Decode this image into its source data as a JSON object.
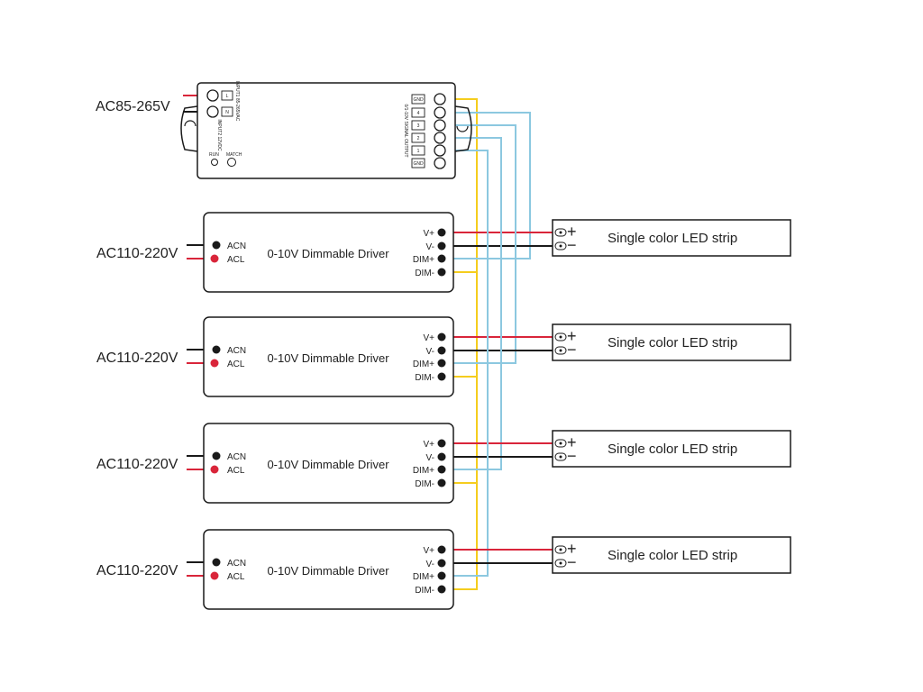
{
  "colors": {
    "live": "#d9253a",
    "neutral": "#1a1a1a",
    "dim_plus": "#8cc8e0",
    "dim_minus": "#f5cd1e",
    "outline": "#1a1a1a"
  },
  "controller": {
    "input_label": "AC85-265V",
    "input_terminals": [
      "L",
      "N"
    ],
    "input_caption": "INPUT1 85-265VAC",
    "input2_caption": "INPUT2 12VDC",
    "output_caption": "0/1-10V SIGNAL OUTPUT",
    "output_terminals": [
      "GND",
      "4",
      "3",
      "2",
      "1",
      "GND"
    ],
    "run_label": "RUN",
    "match_label": "MATCH"
  },
  "drivers": [
    {
      "supply_label": "AC110-220V",
      "title": "0-10V Dimmable Driver",
      "inputs": [
        "ACN",
        "ACL"
      ],
      "outputs": [
        "V+",
        "V-",
        "DIM+",
        "DIM-"
      ]
    },
    {
      "supply_label": "AC110-220V",
      "title": "0-10V Dimmable Driver",
      "inputs": [
        "ACN",
        "ACL"
      ],
      "outputs": [
        "V+",
        "V-",
        "DIM+",
        "DIM-"
      ]
    },
    {
      "supply_label": "AC110-220V",
      "title": "0-10V Dimmable Driver",
      "inputs": [
        "ACN",
        "ACL"
      ],
      "outputs": [
        "V+",
        "V-",
        "DIM+",
        "DIM-"
      ]
    },
    {
      "supply_label": "AC110-220V",
      "title": "0-10V Dimmable Driver",
      "inputs": [
        "ACN",
        "ACL"
      ],
      "outputs": [
        "V+",
        "V-",
        "DIM+",
        "DIM-"
      ]
    }
  ],
  "strips": [
    {
      "label": "Single color LED strip",
      "plus": "+",
      "minus": "−"
    },
    {
      "label": "Single color LED strip",
      "plus": "+",
      "minus": "−"
    },
    {
      "label": "Single color LED strip",
      "plus": "+",
      "minus": "−"
    },
    {
      "label": "Single color LED strip",
      "plus": "+",
      "minus": "−"
    }
  ]
}
